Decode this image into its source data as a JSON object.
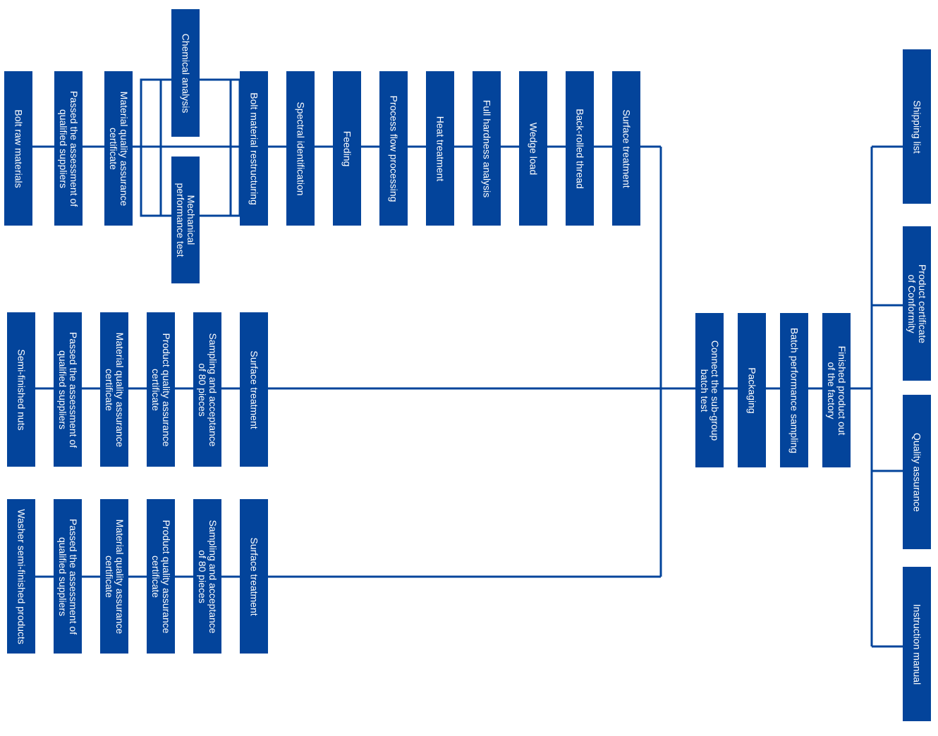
{
  "colors": {
    "box": "#03449b",
    "line": "#03449b",
    "text": "#ffffff",
    "background": "#ffffff"
  },
  "bolt_row": [
    "Bolt raw materials",
    "Passed the assessment of\nqualified suppliers",
    "Material quality assurance\ncertificate",
    "Bolt material restructuring",
    "Spectral identification",
    "Feeding",
    "Process flow processing",
    "Heat treatment",
    "Full hardness analysis",
    "Wedge load",
    "Back-rolled thread",
    "Surface treatment"
  ],
  "bolt_tests": [
    "Chemical analysis",
    "Mechanical\nperformance test"
  ],
  "nut_row": [
    "Semi-finished nuts",
    "Passed the assessment of\nqualified suppliers",
    "Material quality assurance\ncertificate",
    "Product quality assurance\ncertificate",
    "Sampling and acceptance\nof 80 pieces",
    "Surface treatment"
  ],
  "washer_row": [
    "Washer semi-finished products",
    "Passed the assessment of\nqualified suppliers",
    "Material quality assurance\ncertificate",
    "Product quality assurance\ncertificate",
    "Sampling and acceptance\nof 80 pieces",
    "Surface treatment"
  ],
  "final_row": [
    "Connect the sub-group\nbatch test",
    "Packaging",
    "Batch performance sampling",
    "Finished product out\nof the factory"
  ],
  "documents": [
    "Shipping list",
    "Product certificate\nof Conformity",
    "Quality assurance",
    "Instruction manual"
  ]
}
